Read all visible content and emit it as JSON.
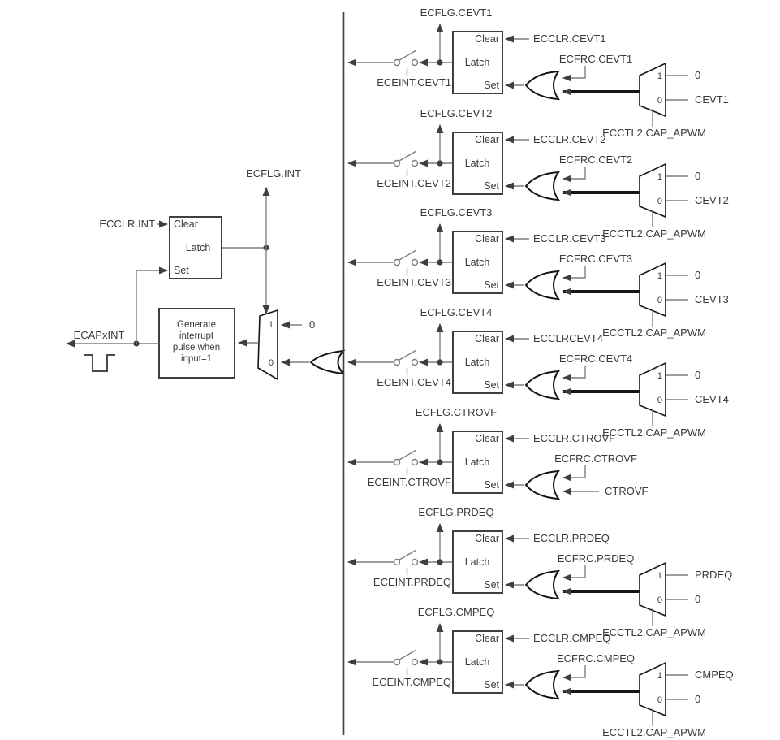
{
  "diagram": {
    "latch": {
      "clear": "Clear",
      "latch": "Latch",
      "set": "Set"
    },
    "mux_pins": {
      "one": "1",
      "zero": "0"
    },
    "left": {
      "ecclr": "ECCLR.INT",
      "ecflg": "ECFLG.INT",
      "ecap": "ECAPxINT",
      "mux_one_src": "0",
      "gen": [
        "Generate",
        "interrupt",
        "pulse when",
        "input=1"
      ]
    },
    "blocks": [
      {
        "flag": "ECFLG.CEVT1",
        "clear": "ECCLR.CEVT1",
        "force": "ECFRC.CEVT1",
        "enable": "ECEINT.CEVT1",
        "one": "0",
        "zero": "CEVT1",
        "sel": "ECCTL2.CAP_APWM"
      },
      {
        "flag": "ECFLG.CEVT2",
        "clear": "ECCLR.CEVT2",
        "force": "ECFRC.CEVT2",
        "enable": "ECEINT.CEVT2",
        "one": "0",
        "zero": "CEVT2",
        "sel": "ECCTL2.CAP_APWM"
      },
      {
        "flag": "ECFLG.CEVT3",
        "clear": "ECCLR.CEVT3",
        "force": "ECFRC.CEVT3",
        "enable": "ECEINT.CEVT3",
        "one": "0",
        "zero": "CEVT3",
        "sel": "ECCTL2.CAP_APWM"
      },
      {
        "flag": "ECFLG.CEVT4",
        "clear": "ECCLRCEVT4",
        "force": "ECFRC.CEVT4",
        "enable": "ECEINT.CEVT4",
        "one": "0",
        "zero": "CEVT4",
        "sel": "ECCTL2.CAP_APWM"
      },
      {
        "flag": "ECFLG.CTROVF",
        "clear": "ECCLR.CTROVF",
        "force": "ECFRC.CTROVF",
        "enable": "ECEINT.CTROVF",
        "direct": "CTROVF"
      },
      {
        "flag": "ECFLG.PRDEQ",
        "clear": "ECCLR.PRDEQ",
        "force": "ECFRC.PRDEQ",
        "enable": "ECEINT.PRDEQ",
        "one": "PRDEQ",
        "zero": "0",
        "sel": "ECCTL2.CAP_APWM"
      },
      {
        "flag": "ECFLG.CMPEQ",
        "clear": "ECCLR.CMPEQ",
        "force": "ECFRC.CMPEQ",
        "enable": "ECEINT.CMPEQ",
        "one": "CMPEQ",
        "zero": "0",
        "sel": "ECCTL2.CAP_APWM"
      }
    ]
  }
}
